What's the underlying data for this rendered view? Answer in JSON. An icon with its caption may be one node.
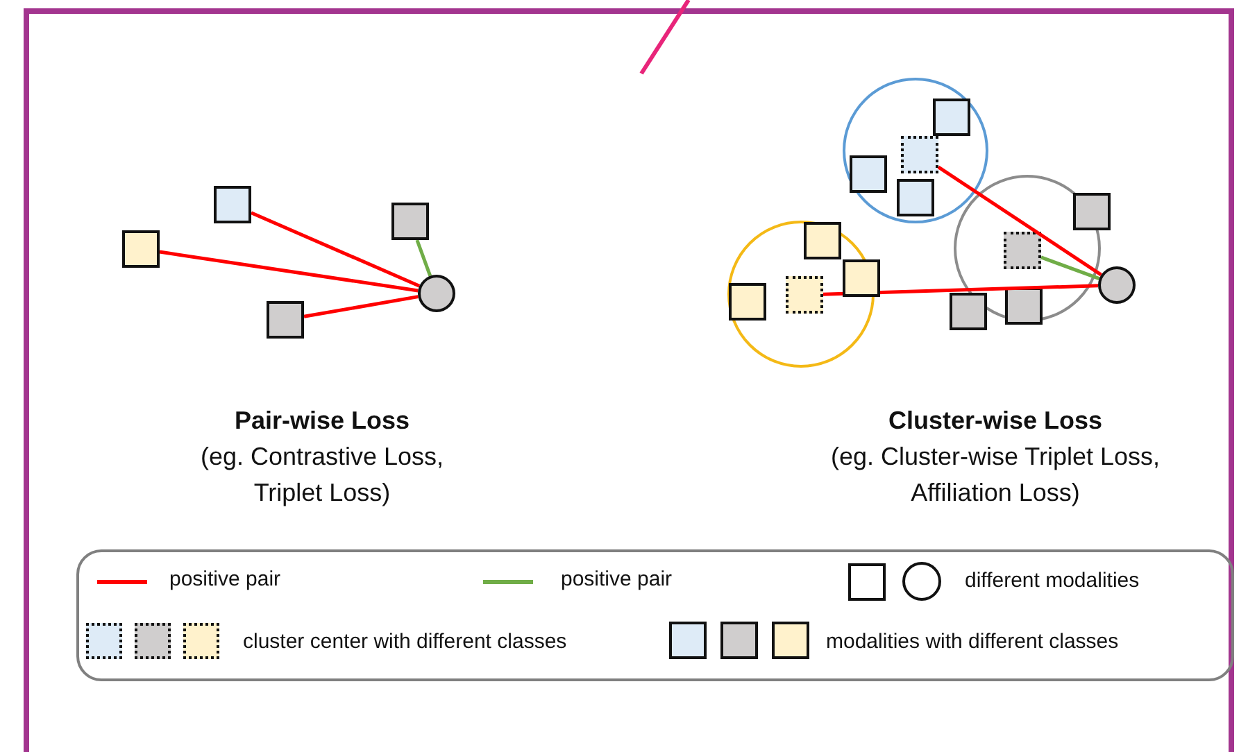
{
  "diagram": {
    "nodes": [
      {
        "text": [],
        "shape": "box"
      },
      {
        "text": [],
        "shape": "box"
      },
      {
        "text": [],
        "shape": "box"
      },
      {
        "text": [],
        "shape": "circle"
      },
      {
        "text": [],
        "shape": "box"
      },
      {
        "text": [],
        "shape": "circle"
      },
      {
        "text": [],
        "shape": "box",
        "in": 5
      },
      {
        "text": [],
        "shape": "box",
        "in": 5
      },
      {
        "text": [],
        "shape": "box",
        "in": 5
      },
      {
        "text": [],
        "shape": "box",
        "in": 5
      },
      {
        "text": [],
        "shape": "circle"
      },
      {
        "text": [],
        "shape": "box"
      },
      {
        "text": [],
        "shape": "box",
        "in": 10
      },
      {
        "text": [],
        "shape": "circle"
      },
      {
        "text": [],
        "shape": "box",
        "in": 13
      },
      {
        "text": [],
        "shape": "box"
      },
      {
        "text": [],
        "shape": "box",
        "in": 13
      },
      {
        "text": [],
        "shape": "box",
        "in": 13
      },
      {
        "text": [],
        "shape": "box",
        "in": 10
      },
      {
        "text": [],
        "shape": "box"
      },
      {
        "text": [],
        "shape": "circle"
      }
    ],
    "edges": [
      {
        "from": 2,
        "to": 3,
        "arrow": "none"
      },
      {
        "from": 0,
        "to": 3,
        "arrow": "none"
      },
      {
        "from": 4,
        "to": 3,
        "arrow": "none"
      },
      {
        "from": 1,
        "to": 3,
        "arrow": "none",
        "color": "#70ad47"
      },
      {
        "from": 7,
        "to": 20,
        "arrow": "none"
      },
      {
        "from": 17,
        "to": 20,
        "arrow": "none"
      },
      {
        "from": 12,
        "to": 20,
        "arrow": "none",
        "color": "#70ad47"
      }
    ],
    "labels": [
      "Pair-wise Loss",
      "(eg. Contrastive Loss, Triplet Loss)",
      "Cluster-wise Loss",
      "(eg. Cluster-wise Triplet Loss, Affiliation Loss)"
    ],
    "legend": [
      {
        "text": "positive pair"
      },
      {
        "text": "positive pair"
      },
      {
        "text": "different modalities"
      },
      {
        "text": "cluster center with different classes"
      },
      {
        "text": "modalities with different classes"
      }
    ]
  }
}
